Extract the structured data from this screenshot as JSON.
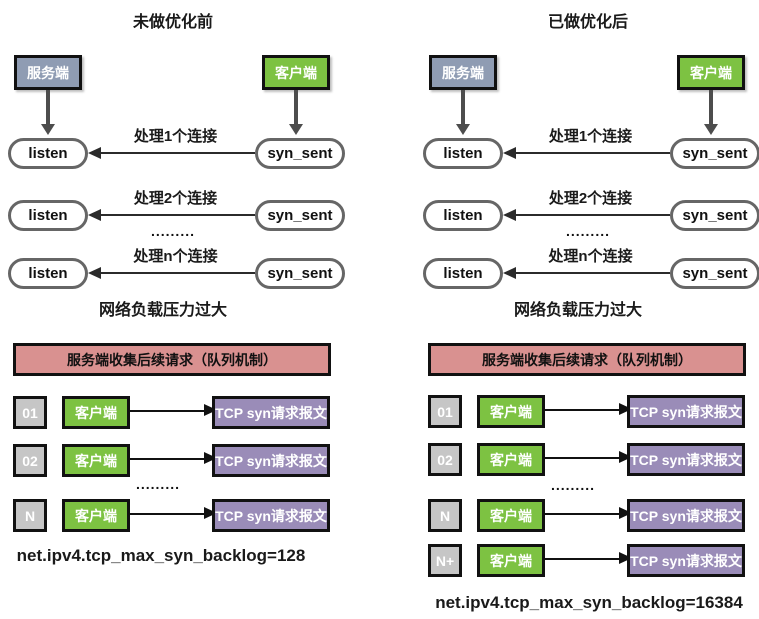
{
  "colors": {
    "server_fill": "#8F9CB3",
    "client_fill": "#7DC242",
    "banner_fill": "#D99190",
    "packet_fill": "#9A8CB8",
    "index_fill": "#C6C6C6",
    "node_border": "#666666",
    "box_border": "#111111",
    "arrow": "#4D4D4D"
  },
  "panels": [
    {
      "title": "未做优化前",
      "server_label": "服务端",
      "client_label": "客户端",
      "listen_label": "listen",
      "syn_sent_label": "syn_sent",
      "connection_labels": [
        "处理1个连接",
        "处理2个连接",
        "处理n个连接"
      ],
      "ellipsis": ".........",
      "overload_text": "网络负载压力过大",
      "queue_banner": "服务端收集后续请求（队列机制）",
      "queue_rows": [
        {
          "index": "01",
          "client": "客户端",
          "packet": "TCP syn请求报文"
        },
        {
          "index": "02",
          "client": "客户端",
          "packet": "TCP syn请求报文"
        },
        {
          "index": "N",
          "client": "客户端",
          "packet": "TCP syn请求报文"
        }
      ],
      "queue_ellipsis": ".........",
      "sysctl": "net.ipv4.tcp_max_syn_backlog=128"
    },
    {
      "title": "已做优化后",
      "server_label": "服务端",
      "client_label": "客户端",
      "listen_label": "listen",
      "syn_sent_label": "syn_sent",
      "connection_labels": [
        "处理1个连接",
        "处理2个连接",
        "处理n个连接"
      ],
      "ellipsis": ".........",
      "overload_text": "网络负载压力过大",
      "queue_banner": "服务端收集后续请求（队列机制）",
      "queue_rows": [
        {
          "index": "01",
          "client": "客户端",
          "packet": "TCP syn请求报文"
        },
        {
          "index": "02",
          "client": "客户端",
          "packet": "TCP syn请求报文"
        },
        {
          "index": "N",
          "client": "客户端",
          "packet": "TCP syn请求报文"
        },
        {
          "index": "N+",
          "client": "客户端",
          "packet": "TCP syn请求报文"
        }
      ],
      "queue_ellipsis": ".........",
      "sysctl": "net.ipv4.tcp_max_syn_backlog=16384"
    }
  ]
}
